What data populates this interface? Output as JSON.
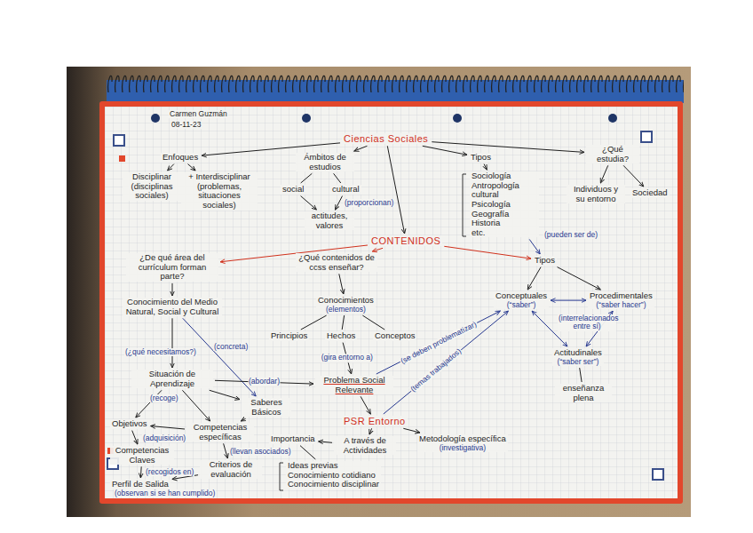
{
  "diagram": {
    "nodes": [
      {
        "text": [
          "Ciencias Sociales"
        ]
      },
      {
        "text": [
          "Enfoques"
        ]
      },
      {
        "text": [
          "Disciplinar (disciplinas sociales)"
        ]
      },
      {
        "text": [
          "+ Interdisciplinar (problemas, situaciones sociales)"
        ]
      },
      {
        "text": [
          "Ámbitos de estudios"
        ]
      },
      {
        "text": [
          "social"
        ]
      },
      {
        "text": [
          "cultural"
        ]
      },
      {
        "text": [
          "actitudes, valores"
        ]
      },
      {
        "text": [
          "Tipos"
        ]
      },
      {
        "text": [
          "Sociología",
          "Antropología cultural",
          "Psicología",
          "Geografía",
          "Historia",
          "etc."
        ]
      },
      {
        "text": [
          "¿Qué estudia?"
        ]
      },
      {
        "text": [
          "Individuos y su entorno"
        ]
      },
      {
        "text": [
          "Sociedad"
        ]
      },
      {
        "text": [
          "CONTENIDOS"
        ]
      },
      {
        "text": [
          "¿De qué área del currículum forman parte?"
        ]
      },
      {
        "text": [
          "¿Qué contenidos de ccss enseñar?"
        ]
      },
      {
        "text": [
          "Tipos"
        ]
      },
      {
        "text": [
          "Conceptuales",
          "(“saber”)"
        ]
      },
      {
        "text": [
          "Procedimentales",
          "(“saber hacer”)"
        ]
      },
      {
        "text": [
          "Actitudinales",
          "(“saber ser”)"
        ]
      },
      {
        "text": [
          "enseñanza plena"
        ]
      },
      {
        "text": [
          "Conocimiento del Medio Natural, Social y Cultural"
        ]
      },
      {
        "text": [
          "Conocimientos",
          "(elementos)"
        ]
      },
      {
        "text": [
          "Principios"
        ]
      },
      {
        "text": [
          "Hechos"
        ]
      },
      {
        "text": [
          "Conceptos"
        ]
      },
      {
        "text": [
          "Situación de Aprendizaje"
        ]
      },
      {
        "text": [
          "Saberes Básicos"
        ]
      },
      {
        "text": [
          "Problema Social Relevante"
        ]
      },
      {
        "text": [
          "PSR Entorno"
        ]
      },
      {
        "text": [
          "Objetivos"
        ]
      },
      {
        "text": [
          "Competencias específicas"
        ]
      },
      {
        "text": [
          "Competencias Claves"
        ]
      },
      {
        "text": [
          "Perfil de Salida"
        ]
      },
      {
        "text": [
          "Criterios de evaluación"
        ]
      },
      {
        "text": [
          "Importancia"
        ]
      },
      {
        "text": [
          "A través de Actividades"
        ]
      },
      {
        "text": [
          "Metodología específica",
          "(investigativa)"
        ]
      },
      {
        "text": [
          "Ideas previas",
          "Conocimiento cotidiano",
          "Conocimiento disciplinar"
        ]
      }
    ],
    "edges": [
      {
        "from": 0,
        "to": 1,
        "arrow": "to"
      },
      {
        "from": 0,
        "to": 4,
        "arrow": "to"
      },
      {
        "from": 0,
        "to": 8,
        "arrow": "to"
      },
      {
        "from": 0,
        "to": 10,
        "arrow": "to"
      },
      {
        "from": 0,
        "to": 13,
        "arrow": "to"
      },
      {
        "from": 1,
        "to": 2,
        "arrow": "to"
      },
      {
        "from": 1,
        "to": 3,
        "arrow": "to"
      },
      {
        "from": 4,
        "to": 5,
        "arrow": "none"
      },
      {
        "from": 4,
        "to": 6,
        "arrow": "none"
      },
      {
        "from": 5,
        "to": 7,
        "arrow": "to"
      },
      {
        "from": 6,
        "to": 7,
        "arrow": "to"
      },
      {
        "from": 8,
        "to": 9,
        "arrow": "to"
      },
      {
        "from": 10,
        "to": 11,
        "arrow": "to"
      },
      {
        "from": 10,
        "to": 12,
        "arrow": "to"
      },
      {
        "from": 13,
        "to": 14,
        "arrow": "to"
      },
      {
        "from": 13,
        "to": 15,
        "arrow": "to"
      },
      {
        "from": 13,
        "to": 16,
        "arrow": "to"
      },
      {
        "from": 16,
        "to": 17,
        "arrow": "to"
      },
      {
        "from": 16,
        "to": 18,
        "arrow": "to"
      },
      {
        "from": 17,
        "to": 18,
        "arrow": "both"
      },
      {
        "from": 17,
        "to": 19,
        "arrow": "both"
      },
      {
        "from": 18,
        "to": 19,
        "arrow": "both"
      },
      {
        "from": 19,
        "to": 20,
        "arrow": "none"
      },
      {
        "from": 9,
        "to": 16,
        "arrow": "to"
      },
      {
        "from": 14,
        "to": 21,
        "arrow": "to"
      },
      {
        "from": 21,
        "to": 26,
        "arrow": "to"
      },
      {
        "from": 21,
        "to": 27,
        "arrow": "to"
      },
      {
        "from": 26,
        "to": 27,
        "arrow": "to"
      },
      {
        "from": 26,
        "to": 28,
        "label": "(abordar)",
        "arrow": "to"
      },
      {
        "from": 15,
        "to": 22,
        "arrow": "to"
      },
      {
        "from": 22,
        "to": 23,
        "arrow": "none"
      },
      {
        "from": 22,
        "to": 24,
        "arrow": "none"
      },
      {
        "from": 22,
        "to": 25,
        "arrow": "none"
      },
      {
        "from": 24,
        "to": 28,
        "label": "(gira entorno a)",
        "arrow": "to"
      },
      {
        "from": 28,
        "to": 29,
        "arrow": "to"
      },
      {
        "from": 28,
        "to": 17,
        "label": "(se deben problematizar)",
        "arrow": "to"
      },
      {
        "from": 29,
        "to": 17,
        "label": "(temas trabajados)",
        "arrow": "to"
      },
      {
        "from": 26,
        "to": 30,
        "arrow": "to"
      },
      {
        "from": 26,
        "to": 31,
        "arrow": "to"
      },
      {
        "from": 31,
        "to": 30,
        "arrow": "to"
      },
      {
        "from": 27,
        "to": 31,
        "arrow": "to"
      },
      {
        "from": 30,
        "to": 32,
        "arrow": "to"
      },
      {
        "from": 32,
        "to": 33,
        "arrow": "to"
      },
      {
        "from": 31,
        "to": 34,
        "arrow": "to"
      },
      {
        "from": 34,
        "to": 33,
        "arrow": "to"
      },
      {
        "from": 29,
        "to": 36,
        "arrow": "to"
      },
      {
        "from": 36,
        "to": 35,
        "arrow": "to"
      },
      {
        "from": 29,
        "to": 37,
        "arrow": "to"
      },
      {
        "from": 35,
        "to": 38,
        "arrow": "none"
      }
    ],
    "labels": [
      "Carmen Guzmán",
      "08-11-23",
      "(proporcionan)",
      "(pueden ser de)",
      "(interrelacionados entre sí)",
      "(¿qué necesitamos?)",
      "(recoge)",
      "(concreta)",
      "(adquisición)",
      "(llevan asociados)",
      "(recogidos en)",
      "(observan si se han cumplido)"
    ]
  }
}
